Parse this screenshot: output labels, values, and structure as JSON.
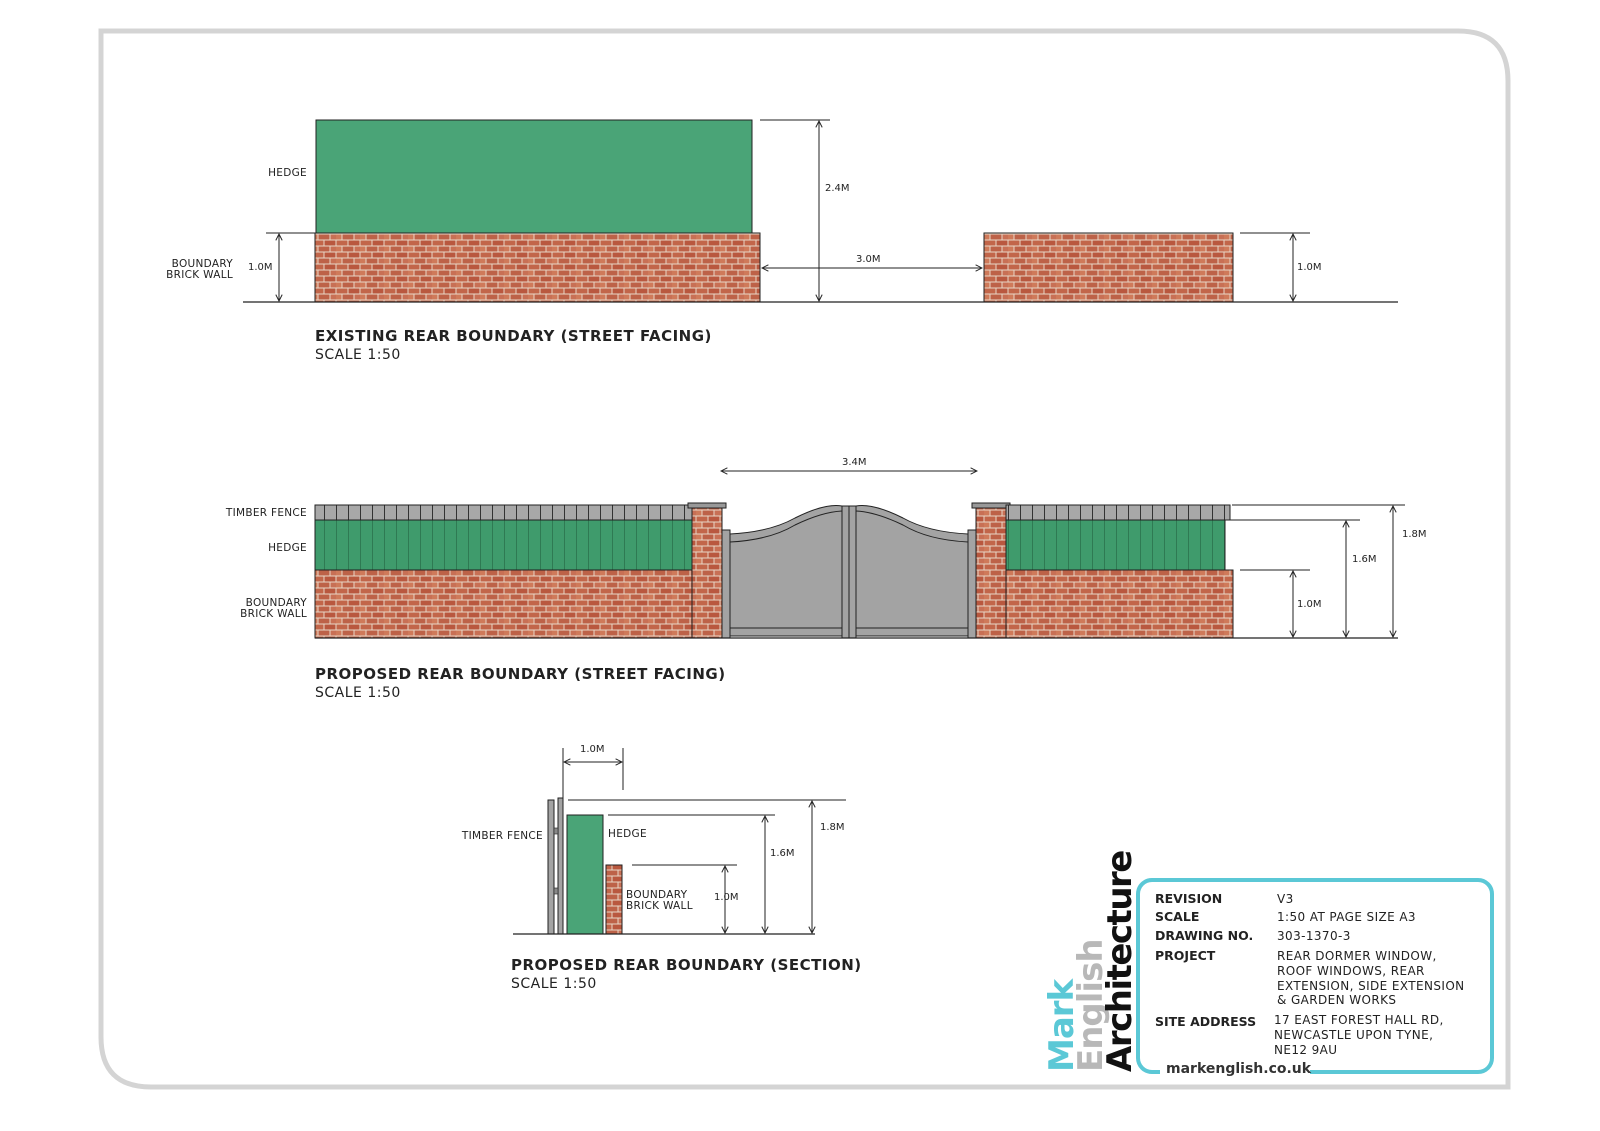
{
  "drawings": {
    "existing": {
      "title": "EXISTING REAR BOUNDARY (STREET FACING)",
      "scale": "SCALE 1:50",
      "labels": {
        "hedge": "HEDGE",
        "wall_line1": "BOUNDARY",
        "wall_line2": "BRICK WALL"
      },
      "dims": {
        "wall_left": "1.0M",
        "total": "2.4M",
        "gap": "3.0M",
        "wall_right": "1.0M"
      }
    },
    "proposed": {
      "title": "PROPOSED REAR BOUNDARY (STREET FACING)",
      "scale": "SCALE 1:50",
      "labels": {
        "fence": "TIMBER FENCE",
        "hedge": "HEDGE",
        "wall_line1": "BOUNDARY",
        "wall_line2": "BRICK WALL"
      },
      "dims": {
        "gate": "3.4M",
        "wall": "1.0M",
        "hedge": "1.6M",
        "fence": "1.8M"
      }
    },
    "section": {
      "title": "PROPOSED REAR BOUNDARY (SECTION)",
      "scale": "SCALE 1:50",
      "labels": {
        "fence": "TIMBER FENCE",
        "hedge": "HEDGE",
        "wall_line1": "BOUNDARY",
        "wall_line2": "BRICK WALL"
      },
      "dims": {
        "depth": "1.0M",
        "wall": "1.0M",
        "hedge": "1.6M",
        "fence": "1.8M"
      }
    }
  },
  "title_block": {
    "logo": {
      "line1": "Mark",
      "line2": "English",
      "line3": "Architecture"
    },
    "website": "markenglish.co.uk",
    "revision_label": "REVISION",
    "revision": "V3",
    "scale_label": "SCALE",
    "scale": "1:50 AT PAGE SIZE A3",
    "drawing_no_label": "DRAWING NO.",
    "drawing_no": "303-1370-3",
    "project_label": "PROJECT",
    "project": [
      "REAR DORMER WINDOW,",
      "ROOF WINDOWS, REAR",
      "EXTENSION, SIDE EXTENSION",
      "& GARDEN WORKS"
    ],
    "site_address_label": "SITE ADDRESS",
    "site_address": [
      "17 EAST FOREST HALL RD,",
      "NEWCASTLE UPON TYNE,",
      "NE12 9AU"
    ]
  },
  "colors": {
    "hedge": "#4aa477",
    "brick": "#c56a4c",
    "gate": "#a3a3a3",
    "accent": "#5bc8d6"
  }
}
